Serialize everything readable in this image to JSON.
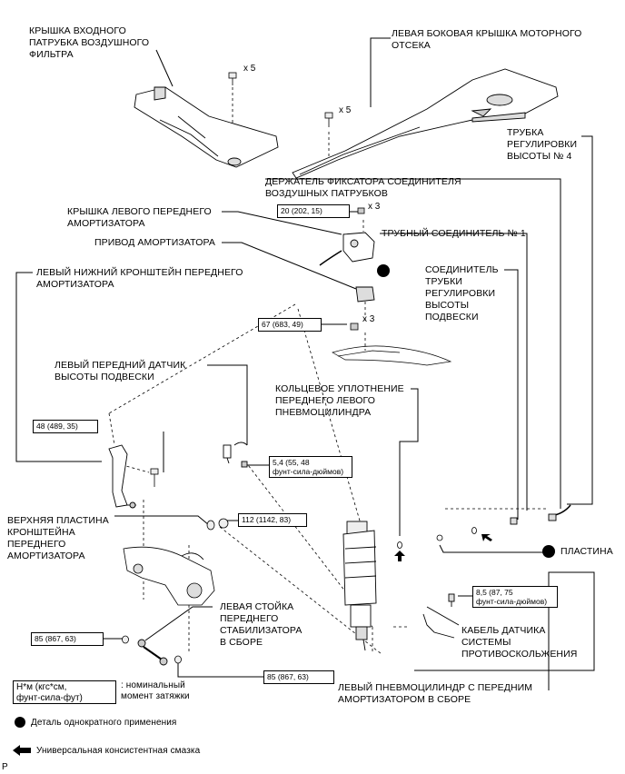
{
  "labels": {
    "air_filter_cover": "КРЫШКА ВХОДНОГО\nПАТРУБКА ВОЗДУШНОГО\nФИЛЬТРА",
    "engine_side_cover": "ЛЕВАЯ БОКОВАЯ КРЫШКА МОТОРНОГО\nОТСЕКА",
    "height_tube_4": "ТРУБКА\nРЕГУЛИРОВКИ\nВЫСОТЫ № 4",
    "connector_holder": "ДЕРЖАТЕЛЬ ФИКСАТОРА СОЕДИНИТЕЛЯ\nВОЗДУШНЫХ ПАТРУБКОВ",
    "shock_cover": "КРЫШКА ЛЕВОГО ПЕРЕДНЕГО\nАМОРТИЗАТОРА",
    "tube_connector_1": "ТРУБНЫЙ СОЕДИНИТЕЛЬ № 1",
    "shock_actuator": "ПРИВОД АМОРТИЗАТОРА",
    "lower_bracket": "ЛЕВЫЙ НИЖНИЙ КРОНШТЕЙН ПЕРЕДНЕГО\nАМОРТИЗАТОРА",
    "suspension_tube_connector": "СОЕДИНИТЕЛЬ\nТРУБКИ\nРЕГУЛИРОВКИ\nВЫСОТЫ\nПОДВЕСКИ",
    "height_sensor": "ЛЕВЫЙ ПЕРЕДНИЙ ДАТЧИК\nВЫСОТЫ ПОДВЕСКИ",
    "o_ring": "КОЛЬЦЕВОЕ УПЛОТНЕНИЕ\nПЕРЕДНЕГО ЛЕВОГО\nПНЕВМОЦИЛИНДРА",
    "upper_plate": "ВЕРХНЯЯ ПЛАСТИНА\nКРОНШТЕЙНА\nПЕРЕДНЕГО\nАМОРТИЗАТОРА",
    "plate": "ПЛАСТИНА",
    "stabilizer_link": "ЛЕВАЯ СТОЙКА\nПЕРЕДНЕГО\nСТАБИЛИЗАТОРА\nВ СБОРЕ",
    "collision_sensor_cable": "КАБЕЛЬ ДАТЧИКА\nСИСТЕМЫ\nПРОТИВОСКОЛЬЖЕНИЯ",
    "air_cylinder_assembly": "ЛЕВЫЙ ПНЕВМОЦИЛИНДР С ПЕРЕДНИМ\nАМОРТИЗАТОРОМ В СБОРЕ"
  },
  "quantities": {
    "q1": "x 5",
    "q2": "x 5",
    "q3": "x 3",
    "q4": "x 3"
  },
  "torques": {
    "t1": "20 (202, 15)",
    "t2": "67 (683, 49)",
    "t3": "48 (489, 35)",
    "t4": "5,4 (55, 48\nфунт-сила-дюймов)",
    "t5": "112 (1142, 83)",
    "t6": "8,5 (87, 75\nфунт-сила-дюймов)",
    "t7": "85 (867, 63)",
    "t8": "85 (867, 63)"
  },
  "legend": {
    "unit_box": "Н*м (кгс*см,\nфунт-сила-фут)",
    "unit_desc": ": номинальный\nмомент затяжки",
    "non_reusable": "Деталь однократного применения",
    "grease": "Универсальная консистентная смазка"
  },
  "corner_mark": "P"
}
